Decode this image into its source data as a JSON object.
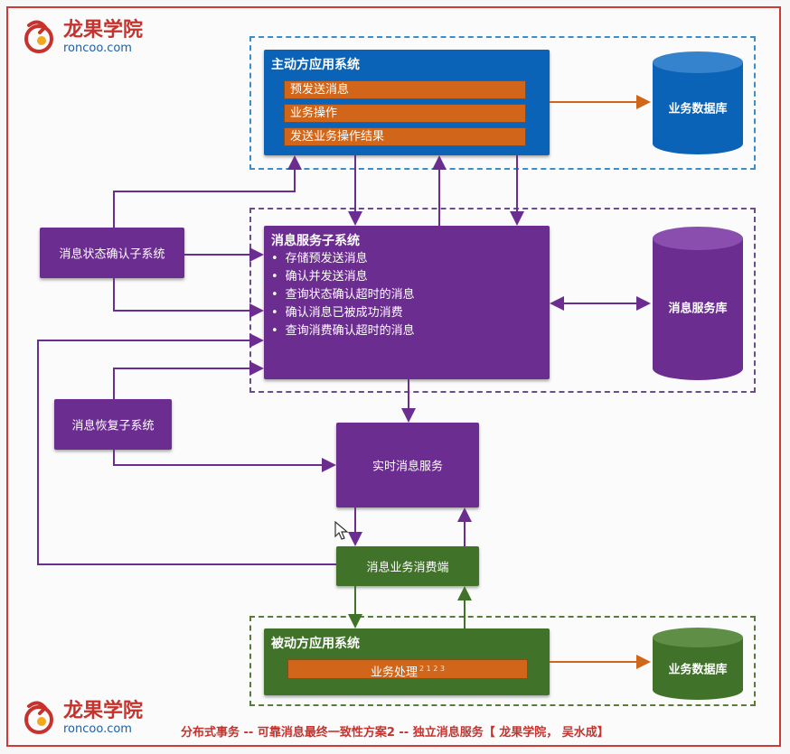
{
  "logo": {
    "brand_cn": "龙果学院",
    "brand_en": "roncoo.com"
  },
  "active_system": {
    "title": "主动方应用系统",
    "steps": [
      "预发送消息",
      "业务操作",
      "发送业务操作结果"
    ]
  },
  "business_db_top": "业务数据库",
  "status_confirm": "消息状态确认子系统",
  "message_service": {
    "title": "消息服务子系统",
    "features": [
      "存储预发送消息",
      "确认并发送消息",
      "查询状态确认超时的消息",
      "确认消息已被成功消费",
      "查询消费确认超时的消息"
    ]
  },
  "message_db": "消息服务库",
  "recovery": "消息恢复子系统",
  "realtime": "实时消息服务",
  "consumer": "消息业务消费端",
  "passive_system": {
    "title": "被动方应用系统",
    "step": "业务处理",
    "step_sup": "2 1 2 3"
  },
  "business_db_bottom": "业务数据库",
  "caption": "分布式事务 -- 可靠消息最终一致性方案2 -- 独立消息服务【 龙果学院， 吴水成】",
  "colors": {
    "blue": "#0b63b7",
    "purple": "#6c2d91",
    "green": "#417229",
    "orange": "#d1661a",
    "frame": "#cc3b35"
  }
}
